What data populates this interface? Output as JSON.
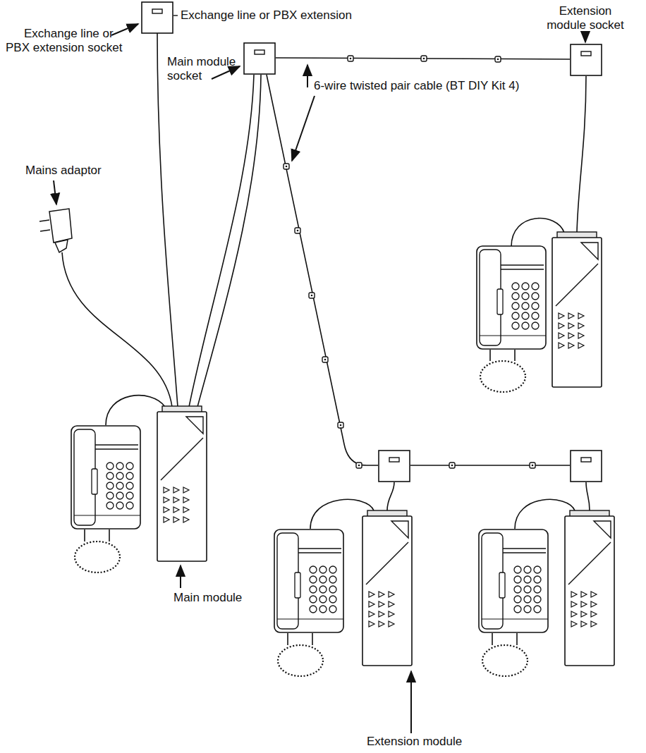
{
  "diagram": {
    "labels": [
      "Exchange line or PBX extension socket",
      "Exchange line or PBX extension",
      "Main module socket",
      "Extension module socket",
      "6-wire twisted pair cable (BT DIY Kit 4)",
      "Mains adaptor",
      "Main module",
      "Extension module"
    ]
  }
}
